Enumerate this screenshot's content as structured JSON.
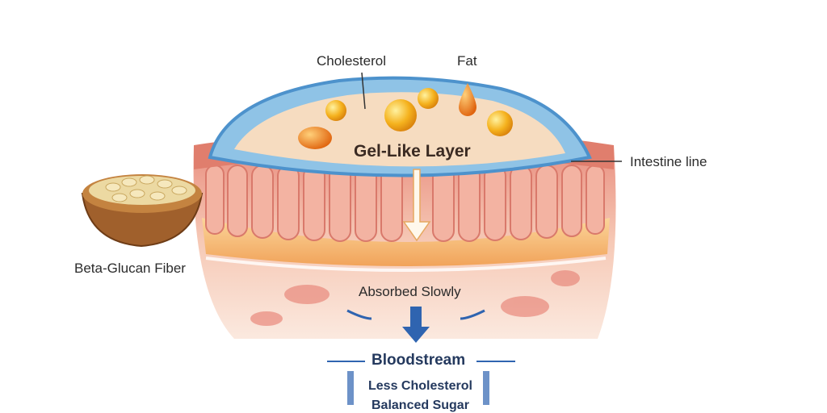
{
  "labels": {
    "cholesterol": "Cholesterol",
    "fat": "Fat",
    "gel_layer": "Gel-Like Layer",
    "intestine": "Intestine line",
    "fiber": "Beta-Glucan Fiber",
    "absorbed": "Absorbed Slowly",
    "bloodstream": "Bloodstream",
    "less_cholesterol": "Less Cholesterol",
    "balanced_sugar": "Balanced Sugar"
  },
  "colors": {
    "gel": "#8fc3e6",
    "tissue": "#f2b8a8",
    "fat_droplet": "#f5b21e",
    "arrow": "#2f64b0",
    "text_dark": "#24395e"
  }
}
